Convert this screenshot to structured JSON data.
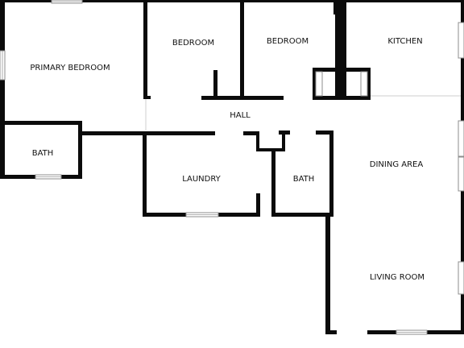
{
  "floor_plan": {
    "rooms": {
      "primary_bedroom": "PRIMARY BEDROOM",
      "bedroom_1": "BEDROOM",
      "bedroom_2": "BEDROOM",
      "kitchen": "KITCHEN",
      "hall": "HALL",
      "bath_primary": "BATH",
      "laundry": "LAUNDRY",
      "bath_hall": "BATH",
      "dining_area": "DINING AREA",
      "living_room": "LIVING ROOM"
    },
    "colors": {
      "wall": "#0b0b0b",
      "background": "#ffffff",
      "window_frame": "#8c8c8c"
    }
  }
}
